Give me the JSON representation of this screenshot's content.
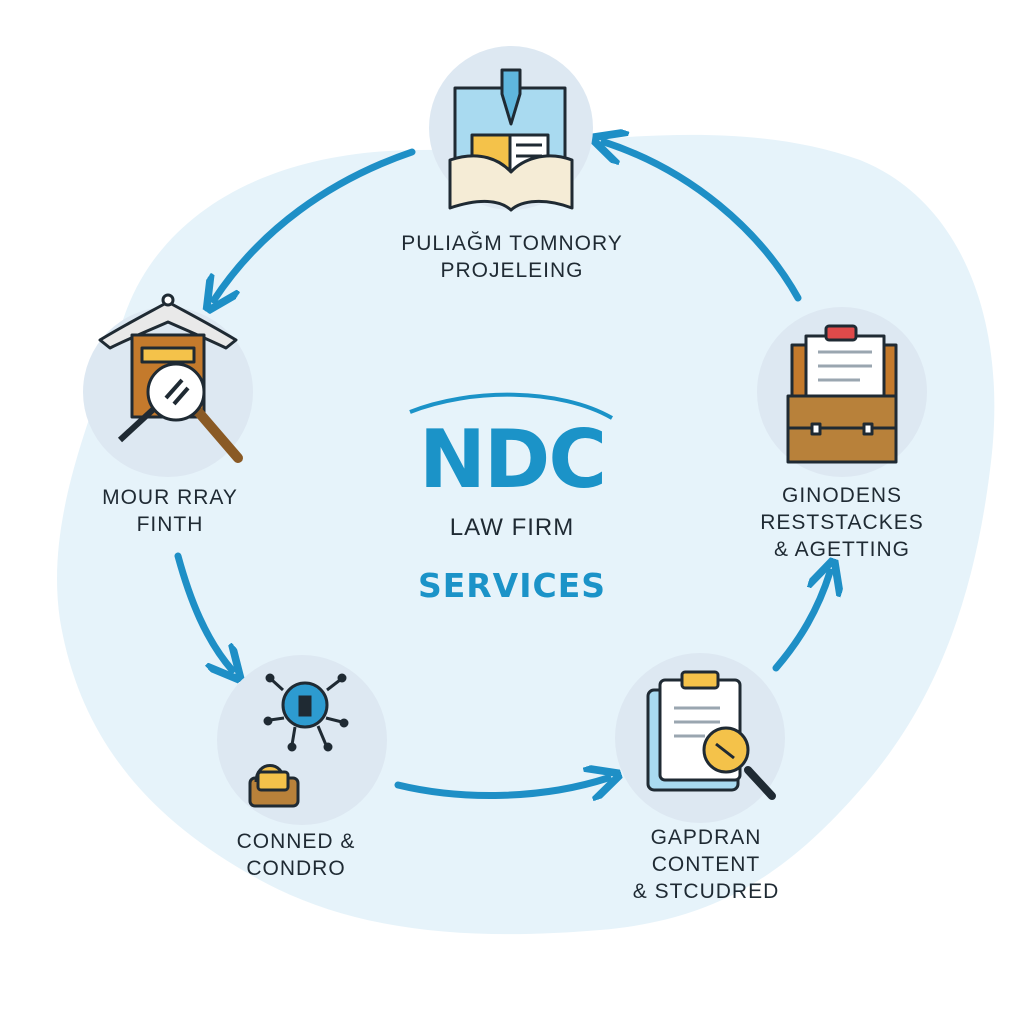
{
  "center": {
    "brand": "NDC",
    "subtitle": "LAW FIRM",
    "services": "SERVICES"
  },
  "nodes": [
    {
      "id": "top",
      "icon": "document-scanner-icon",
      "lines": [
        "PULIAĞM TOMNORY",
        "PROJELEING"
      ]
    },
    {
      "id": "left",
      "icon": "courthouse-magnifier-icon",
      "lines": [
        "MOUR RRAY",
        "FINTH"
      ]
    },
    {
      "id": "bottom-left",
      "icon": "network-bug-icon",
      "lines": [
        "CONNED &",
        "CONDRO"
      ]
    },
    {
      "id": "bottom-right",
      "icon": "clipboard-magnifier-icon",
      "lines": [
        "GAPDRAN",
        "CONTENT",
        "& STCUDRED"
      ]
    },
    {
      "id": "right",
      "icon": "briefcase-documents-icon",
      "lines": [
        "GINODENS",
        "RESTSTACKES",
        "& AGETTING"
      ]
    }
  ],
  "colors": {
    "accent": "#1b93c8",
    "arrow": "#1e8fc6",
    "blob": "#e6f3fa",
    "node_circle": "#dde8f2",
    "text": "#1f2a33"
  }
}
